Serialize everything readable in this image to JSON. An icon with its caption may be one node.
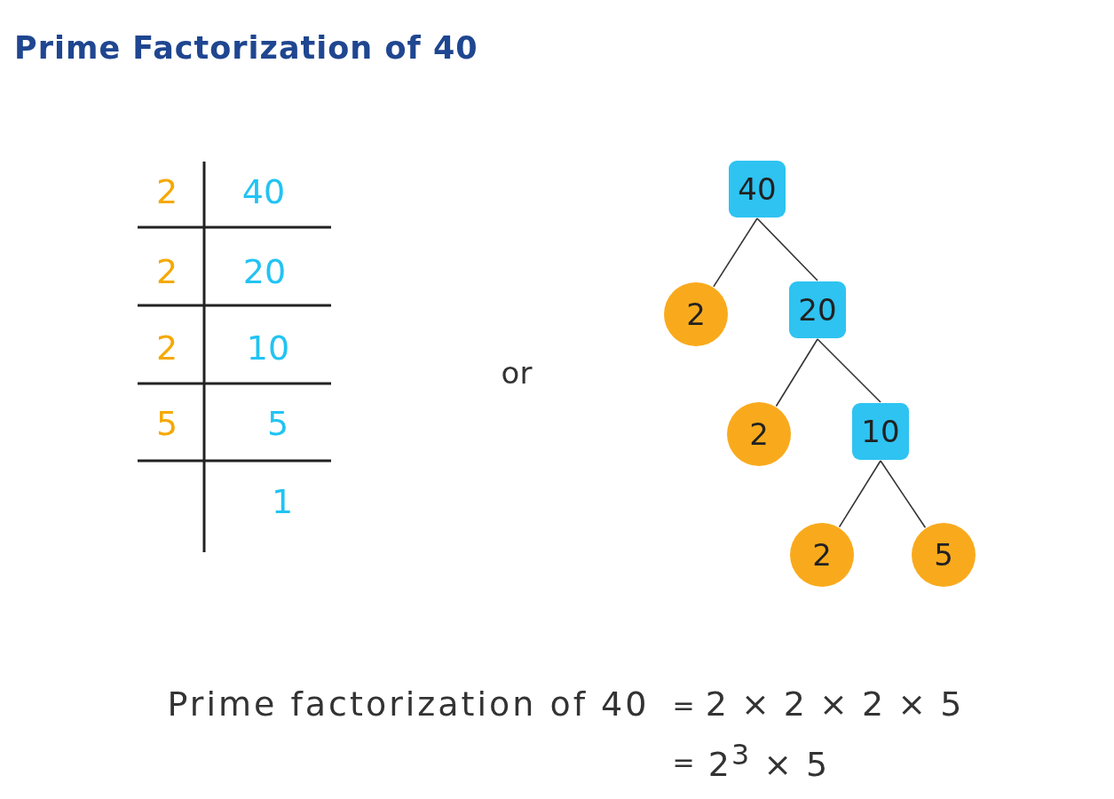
{
  "diagram": {
    "title": "Prime Factorization of 40",
    "nodes": [
      {
        "text": [
          "40"
        ]
      },
      {
        "text": [
          "2"
        ]
      },
      {
        "text": [
          "20"
        ]
      },
      {
        "text": [
          "2"
        ]
      },
      {
        "text": [
          "10"
        ]
      },
      {
        "text": [
          "2"
        ]
      },
      {
        "text": [
          "5"
        ]
      }
    ],
    "edges": [
      {
        "from": 0,
        "to": 1,
        "arrow": "none"
      },
      {
        "from": 0,
        "to": 2,
        "arrow": "none"
      },
      {
        "from": 2,
        "to": 3,
        "arrow": "none"
      },
      {
        "from": 2,
        "to": 4,
        "arrow": "none"
      },
      {
        "from": 4,
        "to": 5,
        "arrow": "none"
      },
      {
        "from": 4,
        "to": 6,
        "arrow": "none"
      }
    ],
    "labels": [
      "2",
      "40",
      "2",
      "20",
      "2",
      "10",
      "5",
      "5",
      "1",
      "or",
      "Prime factorization of 40",
      "=",
      "2 × 2 × 2 × 5",
      "=",
      "2$^{3}$ × 5"
    ]
  }
}
